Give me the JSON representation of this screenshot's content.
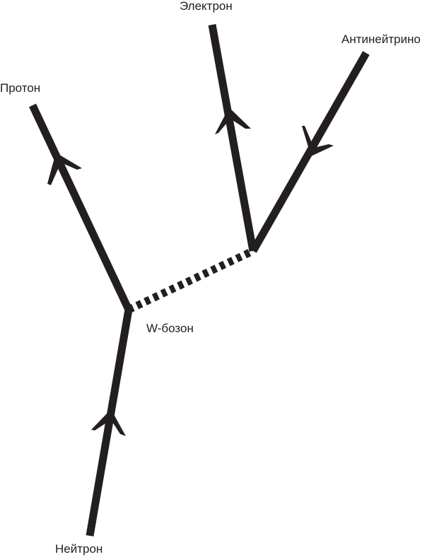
{
  "colors": {
    "line": "#231f20",
    "text": "#231f20",
    "background": "#ffffff"
  },
  "labels": {
    "electron": "Электрон",
    "antineutrino": "Антинейтрино",
    "proton": "Протон",
    "w_boson": "W-бозон",
    "neutron": "Нейтрон"
  }
}
